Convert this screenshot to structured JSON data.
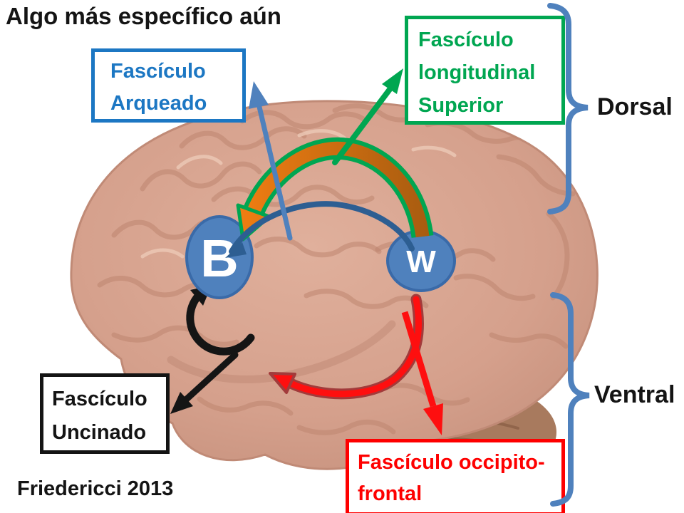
{
  "title": "Algo más específico aún",
  "citation": "Friedericci 2013",
  "boxes": {
    "arcuate": {
      "line1": "Fascículo",
      "line2": "Arqueado"
    },
    "slf": {
      "line1": "Fascículo",
      "line2": "longitudinal",
      "line3": "Superior"
    },
    "uncinate": {
      "line1": "Fascículo",
      "line2": "Uncinado"
    },
    "occipitofrontal": {
      "line1": "Fascículo occipito-",
      "line2": "frontal"
    }
  },
  "nodes": {
    "b": "B",
    "w": "W"
  },
  "side_labels": {
    "dorsal": "Dorsal",
    "ventral": "Ventral"
  },
  "colors": {
    "arcuate_box_blue": "#1c77c3",
    "green": "#00a651",
    "red": "#fe0000",
    "black": "#141414",
    "node_blue": "#4f81bd",
    "arc_dark_blue": "#2d5e92",
    "brace_blue": "#4f81bd",
    "orange_bright": "#ef7d12",
    "orange_dark": "#a85c10"
  }
}
